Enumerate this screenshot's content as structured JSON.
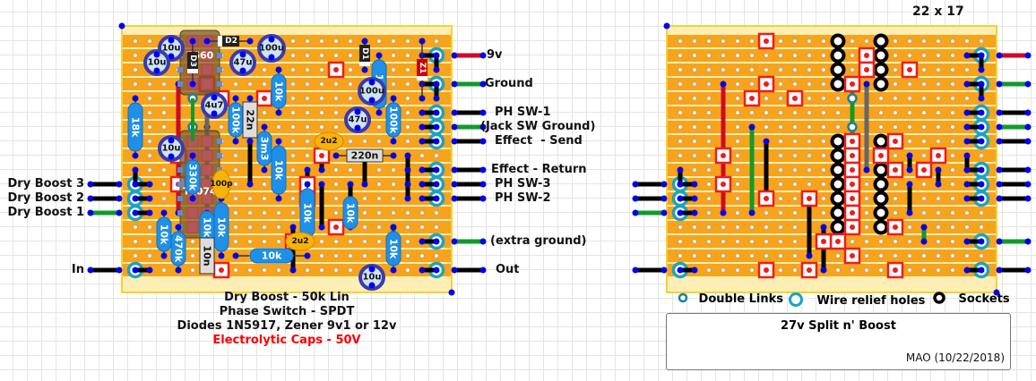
{
  "board": {
    "size_label": "22 x 17",
    "columns": 22,
    "rows": 17,
    "strip_color": "#f7a31c",
    "strip_gap_color": "#fdeeb6"
  },
  "connections": {
    "left": [
      {
        "row": 10,
        "label": "Dry Boost 3",
        "wire": "black"
      },
      {
        "row": 11,
        "label": "Dry Boost 2",
        "wire": "black"
      },
      {
        "row": 12,
        "label": "Dry Boost 1",
        "wire": "green"
      },
      {
        "row": 16,
        "label": "In",
        "wire": "black"
      }
    ],
    "right": [
      {
        "row": 1,
        "label": "9v",
        "wire": "red"
      },
      {
        "row": 3,
        "label": "Ground",
        "wire": "green"
      },
      {
        "row": 5,
        "label": "PH SW-1",
        "wire": "black"
      },
      {
        "row": 6,
        "label": "(Jack SW Ground)",
        "wire": "green"
      },
      {
        "row": 7,
        "label": "Effect  - Send",
        "wire": "black"
      },
      {
        "row": 9,
        "label": "Effect - Return",
        "wire": "black"
      },
      {
        "row": 10,
        "label": "PH SW-3",
        "wire": "black"
      },
      {
        "row": 11,
        "label": "PH SW-2",
        "wire": "black"
      },
      {
        "row": 14,
        "label": "(extra ground)",
        "wire": "green"
      },
      {
        "row": 16,
        "label": "Out",
        "wire": "black"
      }
    ]
  },
  "components": {
    "ics": [
      {
        "label": "7660",
        "col": 4,
        "row": 0,
        "pins_per_side": 4
      },
      {
        "label": "TL074",
        "col": 4,
        "row": 7,
        "pins_per_side": 7
      }
    ],
    "electrolytic_caps": [
      {
        "label": "10u",
        "col": 2,
        "row": 0
      },
      {
        "label": "10u",
        "col": 1,
        "row": 1
      },
      {
        "label": "47u",
        "col": 7,
        "row": 1
      },
      {
        "label": "100u",
        "col": 9,
        "row": 0
      },
      {
        "label": "4u7",
        "col": 5,
        "row": 4
      },
      {
        "label": "10u",
        "col": 2,
        "row": 7
      },
      {
        "label": "100u",
        "col": 16,
        "row": 3
      },
      {
        "label": "47u",
        "col": 15,
        "row": 5
      },
      {
        "label": "10u",
        "col": 16,
        "row": 16
      }
    ],
    "resistors": [
      {
        "label": "18k",
        "col": 0,
        "row1": 4,
        "row2": 8
      },
      {
        "label": "10k",
        "col": 10,
        "row1": 2,
        "row2": 5
      },
      {
        "label": "100k",
        "col": 7,
        "row1": 4,
        "row2": 7
      },
      {
        "label": "3m3",
        "col": 9,
        "row1": 6,
        "row2": 9
      },
      {
        "label": "10k",
        "col": 10,
        "row1": 7,
        "row2": 11
      },
      {
        "label": "330k",
        "col": 4,
        "row1": 8,
        "row2": 11
      },
      {
        "label": "10k",
        "col": 6,
        "row1": 11,
        "row2": 15
      },
      {
        "label": "10k",
        "col": 2,
        "row1": 12,
        "row2": 15
      },
      {
        "label": "470k",
        "col": 3,
        "row1": 13,
        "row2": 16
      },
      {
        "label": "10k",
        "col": 5,
        "row1": 12,
        "row2": 14
      },
      {
        "label": "10k",
        "col": 17,
        "row1": 1,
        "row2": 5
      },
      {
        "label": "100k",
        "col": 18,
        "row1": 4,
        "row2": 7
      },
      {
        "label": "10k",
        "col": 12,
        "row1": 10,
        "row2": 14
      },
      {
        "label": "10k",
        "col": 15,
        "row1": 11,
        "row2": 13
      },
      {
        "label": "10k",
        "col": 18,
        "row1": 13,
        "row2": 16
      }
    ],
    "horizontal_resistors": [
      {
        "label": "10k",
        "row": 15,
        "col1": 7,
        "col2": 12
      }
    ],
    "film_caps": [
      {
        "label": "22n",
        "col": 8,
        "row1": 4,
        "row2": 7
      },
      {
        "label": "10n",
        "col": 5,
        "row1": 14,
        "row2": 16
      },
      {
        "label": "220n",
        "row": 8,
        "col1": 14,
        "col2": 18
      }
    ],
    "ceramic_caps": [
      {
        "label": "100p",
        "col": 6,
        "row": 10
      },
      {
        "label": "2u2",
        "col": 13,
        "row": 7
      },
      {
        "label": "2u2",
        "col": 11,
        "row": 14
      }
    ],
    "diodes": [
      {
        "label": "D2",
        "orient": "h",
        "col1": 5,
        "col2": 8,
        "row": 0,
        "color": "#222222"
      },
      {
        "label": "D3",
        "orient": "v",
        "col": 4,
        "row1": 0,
        "row2": 3,
        "color": "#222222"
      },
      {
        "label": "D1",
        "orient": "v",
        "col": 16,
        "row1": 0,
        "row2": 2,
        "color": "#222222"
      },
      {
        "label": "Z1",
        "orient": "v",
        "col": 20,
        "row1": 0,
        "row2": 4,
        "color": "#cc0000"
      }
    ]
  },
  "notes": {
    "line1": "Dry Boost - 50k Lin",
    "line2": "Phase Switch - SPDT",
    "line3": "Diodes 1N5917, Zener 9v1 or 12v",
    "line4": "Electrolytic Caps - 50V",
    "warning_color": "#ff0000"
  },
  "legend": {
    "double_links": "Double Links",
    "wire_relief": "Wire relief holes",
    "sockets": "Sockets"
  },
  "title_box": {
    "title": "27v Split n' Boost",
    "author": "MAO (10/22/2018)"
  },
  "colors": {
    "wire_red": "#cc0a2a",
    "wire_green": "#119a2a",
    "wire_black": "#000000",
    "wire_grey": "#666666",
    "cut_red": "#ee1c1c",
    "node_blue": "#0000ee",
    "resistor_blue": "#1e90e8",
    "cap_ring": "#3a3ab0",
    "relief_teal": "#1aa3c4"
  }
}
